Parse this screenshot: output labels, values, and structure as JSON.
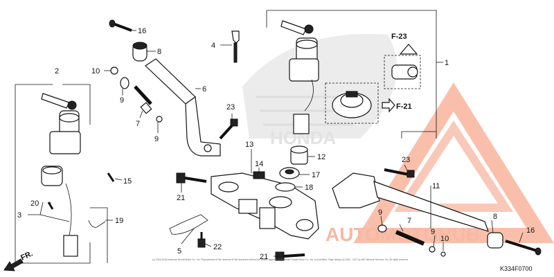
{
  "callouts": {
    "c1": "1",
    "c2": "2",
    "c3": "3",
    "c4": "4",
    "c5": "5",
    "c6": "6",
    "c7a": "7",
    "c7b": "7",
    "c8a": "8",
    "c8b": "8",
    "c9a": "9",
    "c9b": "9",
    "c9c": "9",
    "c9d": "9",
    "c10a": "10",
    "c10b": "10",
    "c11": "11",
    "c12": "12",
    "c13": "13",
    "c14": "14",
    "c15": "15",
    "c16a": "16",
    "c16b": "16",
    "c17": "17",
    "c18": "18",
    "c19": "19",
    "c20": "20",
    "c21a": "21",
    "c21b": "21",
    "c22": "22",
    "c23a": "23",
    "c23b": "23"
  },
  "refs": {
    "f23": "F-23",
    "f21": "F-21"
  },
  "direction": "FR.",
  "diagram_code": "K334F0700",
  "copyright": "(c) 2003-2018 American Honda Motor Co., Inc. Reproduction of the contents of this document without the written approval of American Honda Motor Co., Inc. is prohibited. Page design (c) 2004 - 2017 by ARI Network Services, Inc. All rights reserved.",
  "watermark": {
    "text": "AUTOMOTOHUB",
    "color": "#f26b3a",
    "muted": "#f6b9a4"
  },
  "background_brand": "HONDA"
}
